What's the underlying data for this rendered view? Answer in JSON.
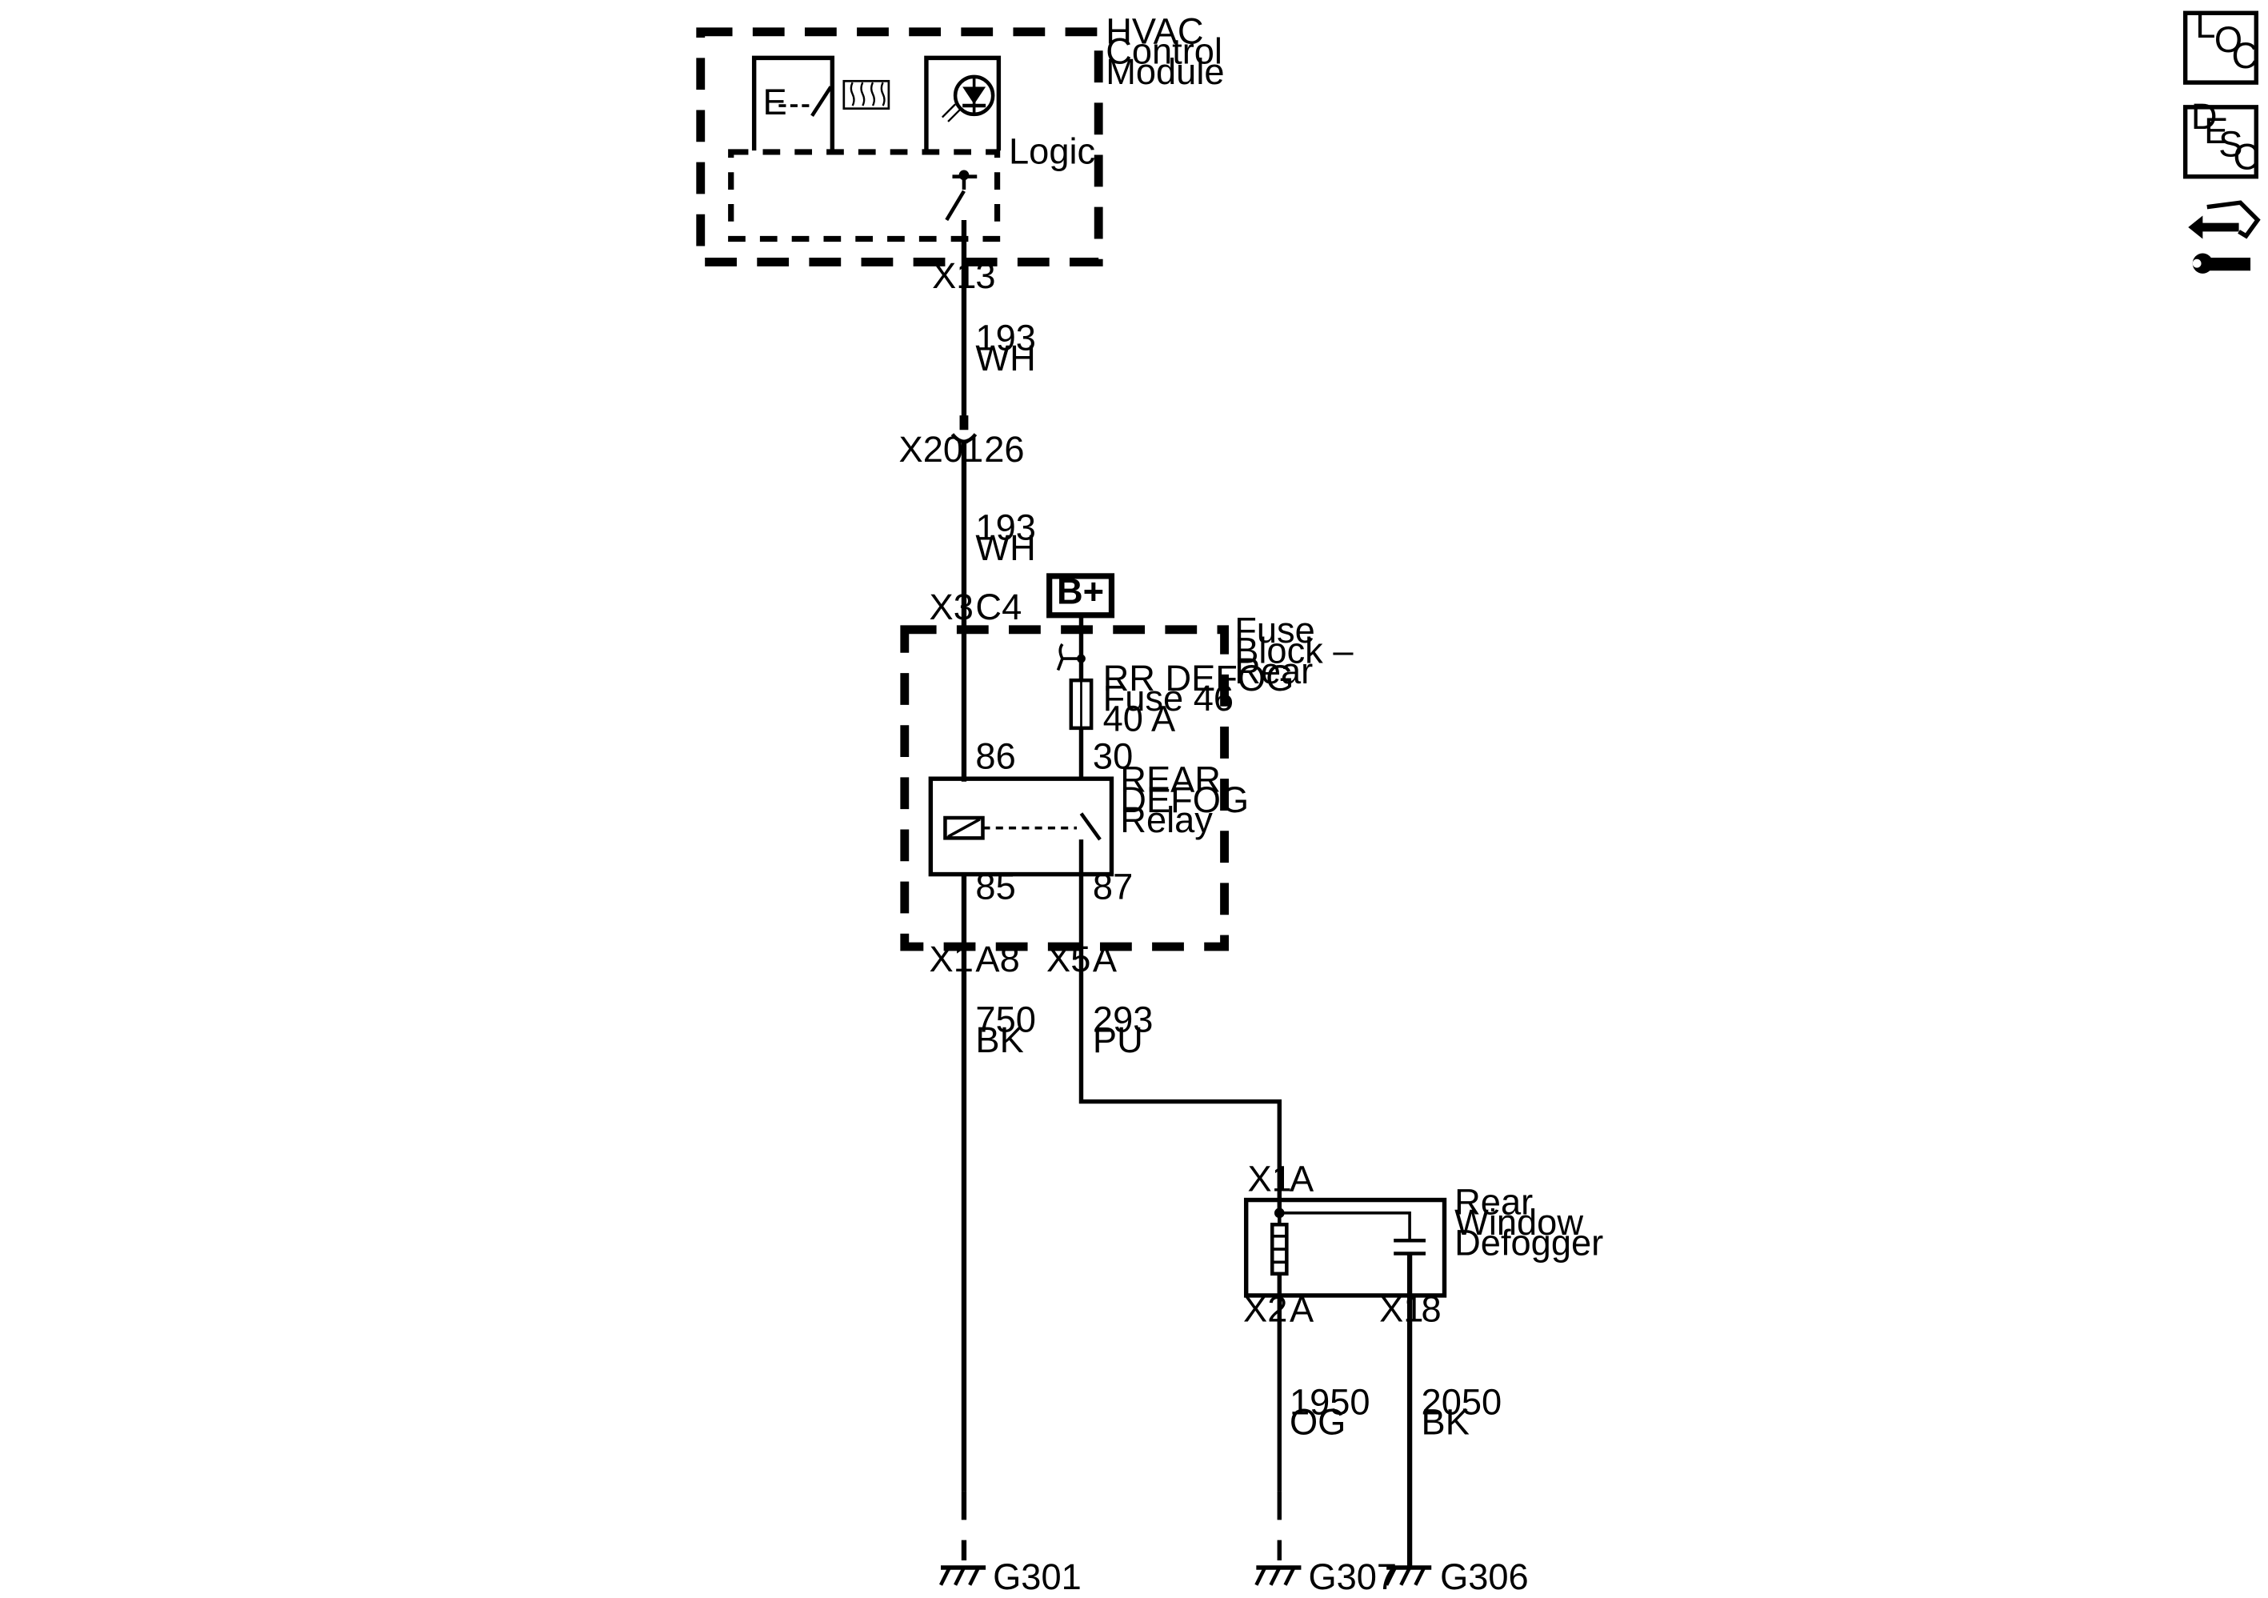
{
  "components": {
    "hvac": [
      "HVAC",
      "Control",
      "Module"
    ],
    "logic": "Logic",
    "fuse_block": [
      "Fuse",
      "Block –",
      "Rear"
    ],
    "fuse": [
      "RR DEFOG",
      "Fuse 46",
      "40 A"
    ],
    "relay": [
      "REAR",
      "DEFOG",
      "Relay"
    ],
    "defogger": [
      "Rear",
      "Window",
      "Defogger"
    ],
    "battery": "B+"
  },
  "connectors": {
    "hvac_conn": "X1",
    "hvac_pin": "3",
    "inline_conn": "X201",
    "inline_pin": "26",
    "fb_in_conn": "X3",
    "fb_in_pin": "C4",
    "fb_out1_conn": "X1",
    "fb_out1_pin": "A8",
    "fb_out2_conn": "X5",
    "fb_out2_pin": "A",
    "def_in_conn": "X1",
    "def_in_pin": "A",
    "def_out1_conn": "X2",
    "def_out1_pin": "A",
    "def_out2_conn": "X1",
    "def_out2_pin": "8"
  },
  "relay_pins": {
    "p86": "86",
    "p30": "30",
    "p85": "85",
    "p87": "87"
  },
  "wires": {
    "w1": [
      "193",
      "WH"
    ],
    "w2": [
      "193",
      "WH"
    ],
    "w3": [
      "750",
      "BK"
    ],
    "w4": [
      "293",
      "PU"
    ],
    "w5": [
      "1950",
      "OG"
    ],
    "w6": [
      "2050",
      "BK"
    ]
  },
  "grounds": {
    "g1": "G301",
    "g2": "G307",
    "g3": "G306"
  },
  "side_icons": {
    "loc": [
      "L",
      "O",
      "C"
    ],
    "desc": [
      "D",
      "E",
      "S",
      "C"
    ],
    "tool": "wrench-arrow-icon"
  }
}
